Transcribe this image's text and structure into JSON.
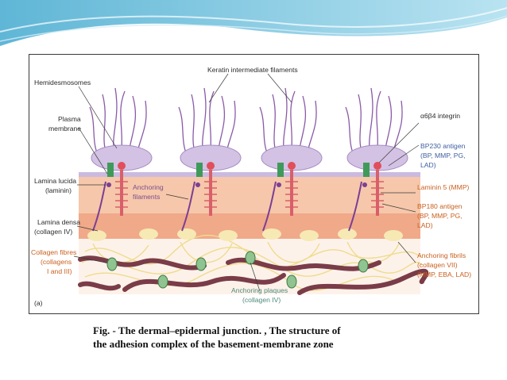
{
  "labels": {
    "hemidesmosomes": "Hemidesmosomes",
    "keratin": "Keratin intermediate filaments",
    "plasma_membrane_1": "Plasma",
    "plasma_membrane_2": "membrane",
    "integrin": "α6β4 integrin",
    "bp230_1": "BP230 antigen",
    "bp230_2": "(BP, MMP, PG,",
    "bp230_3": "LAD)",
    "lamina_lucida_1": "Lamina lucida",
    "lamina_lucida_2": "(laminin)",
    "anchoring_filaments_1": "Anchoring",
    "anchoring_filaments_2": "filaments",
    "laminin5": "Laminin 5 (MMP)",
    "bp180_1": "BP180 antigen",
    "bp180_2": "(BP, MMP, PG,",
    "bp180_3": "LAD)",
    "lamina_densa_1": "Lamina densa",
    "lamina_densa_2": "(collagen IV)",
    "collagen_fibres_1": "Collagen fibres",
    "collagen_fibres_2": "(collagens",
    "collagen_fibres_3": "I and III)",
    "anchoring_fibrils_1": "Anchoring fibrils",
    "anchoring_fibrils_2": "(collagen VII)",
    "anchoring_fibrils_3": "(MMP, EBA, LAD)",
    "anchoring_plaques_1": "Anchoring plaques",
    "anchoring_plaques_2": "(collagen IV)",
    "panel": "(a)"
  },
  "caption": {
    "line1": "Fig. - The dermal–epidermal junction. , The structure of",
    "line2": "the adhesion complex of the basement-membrane zone"
  },
  "colors": {
    "cell": "#d3c2e4",
    "lamina_lucida": "#f6c7aa",
    "lamina_densa": "#f0a989",
    "dermis": "#fdf2ea",
    "collagen": "#7a3c48",
    "plaque": "#8fc38f",
    "fibril": "#f3e6a4",
    "label_blue": "#3d5fa3",
    "label_orange": "#c9601e"
  }
}
